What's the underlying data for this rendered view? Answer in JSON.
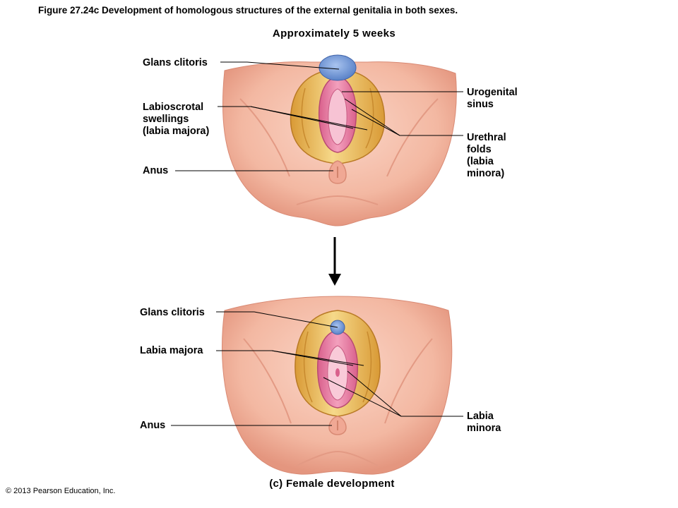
{
  "figure": {
    "caption": "Figure 27.24c  Development of homologous structures of the external genitalia in both sexes.",
    "heading_top": "Approximately  5  weeks",
    "heading_bottom": "(c)  Female  development",
    "copyright": "© 2013 Pearson Education, Inc."
  },
  "top_diagram": {
    "labels": {
      "glans_clitoris": "Glans  clitoris",
      "labioscrotal": "Labioscrotal\nswellings\n(labia majora)",
      "anus": "Anus",
      "urogenital_sinus": "Urogenital\nsinus",
      "urethral_folds": "Urethral\nfolds\n(labia\nminora)"
    }
  },
  "bottom_diagram": {
    "labels": {
      "glans_clitoris": "Glans  clitoris",
      "labia_majora": "Labia  majora",
      "anus": "Anus",
      "labia_minora": "Labia\nminora"
    }
  },
  "colors": {
    "skin": "#f3b8a2",
    "skin_shadow": "#e08f78",
    "labia_majora": "#e8b34a",
    "labia_majora_light": "#f6d98a",
    "labia_minora": "#e57aa0",
    "inner_pink": "#f7b8cc",
    "glans": "#6f97d6",
    "leader_line": "#000000"
  }
}
